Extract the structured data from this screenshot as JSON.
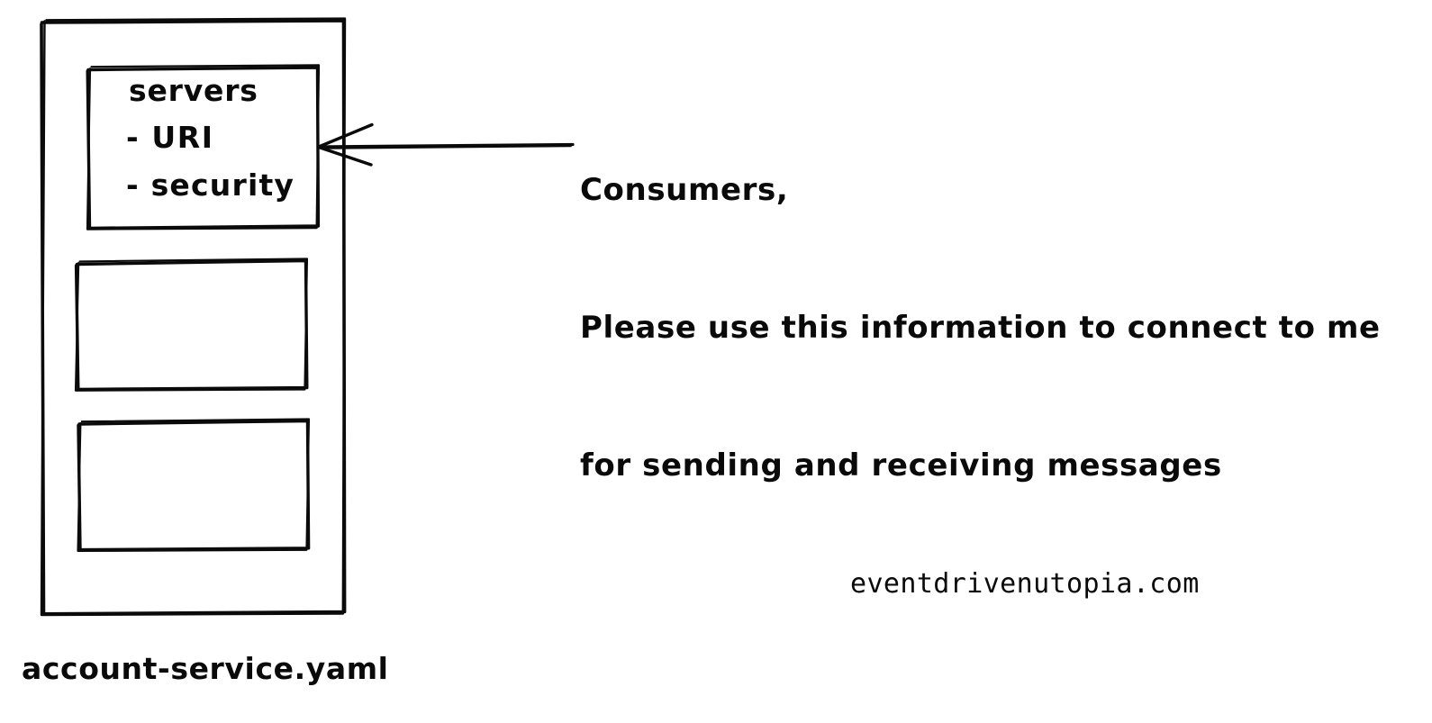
{
  "page": {
    "background_color": "#ffffff",
    "ink_color": "#0a0a0a",
    "style": "hand-drawn sketch / whiteboard"
  },
  "diagram": {
    "document_box": {
      "name": "account-service.yaml document",
      "caption": "account-service.yaml",
      "sections": [
        {
          "id": "servers",
          "title": "servers",
          "items": [
            "- URI",
            "- security"
          ]
        },
        {
          "id": "section-2",
          "title": "",
          "items": []
        },
        {
          "id": "section-3",
          "title": "",
          "items": []
        }
      ]
    },
    "connector": {
      "name": "arrow-to-servers-section",
      "direction": "left",
      "head": "open-arrow"
    },
    "annotation": {
      "lines": [
        "Consumers,",
        "Please use this information to connect to me",
        "for sending and receiving messages"
      ]
    }
  },
  "watermark": {
    "site_url": "eventdrivenutopia.com"
  }
}
